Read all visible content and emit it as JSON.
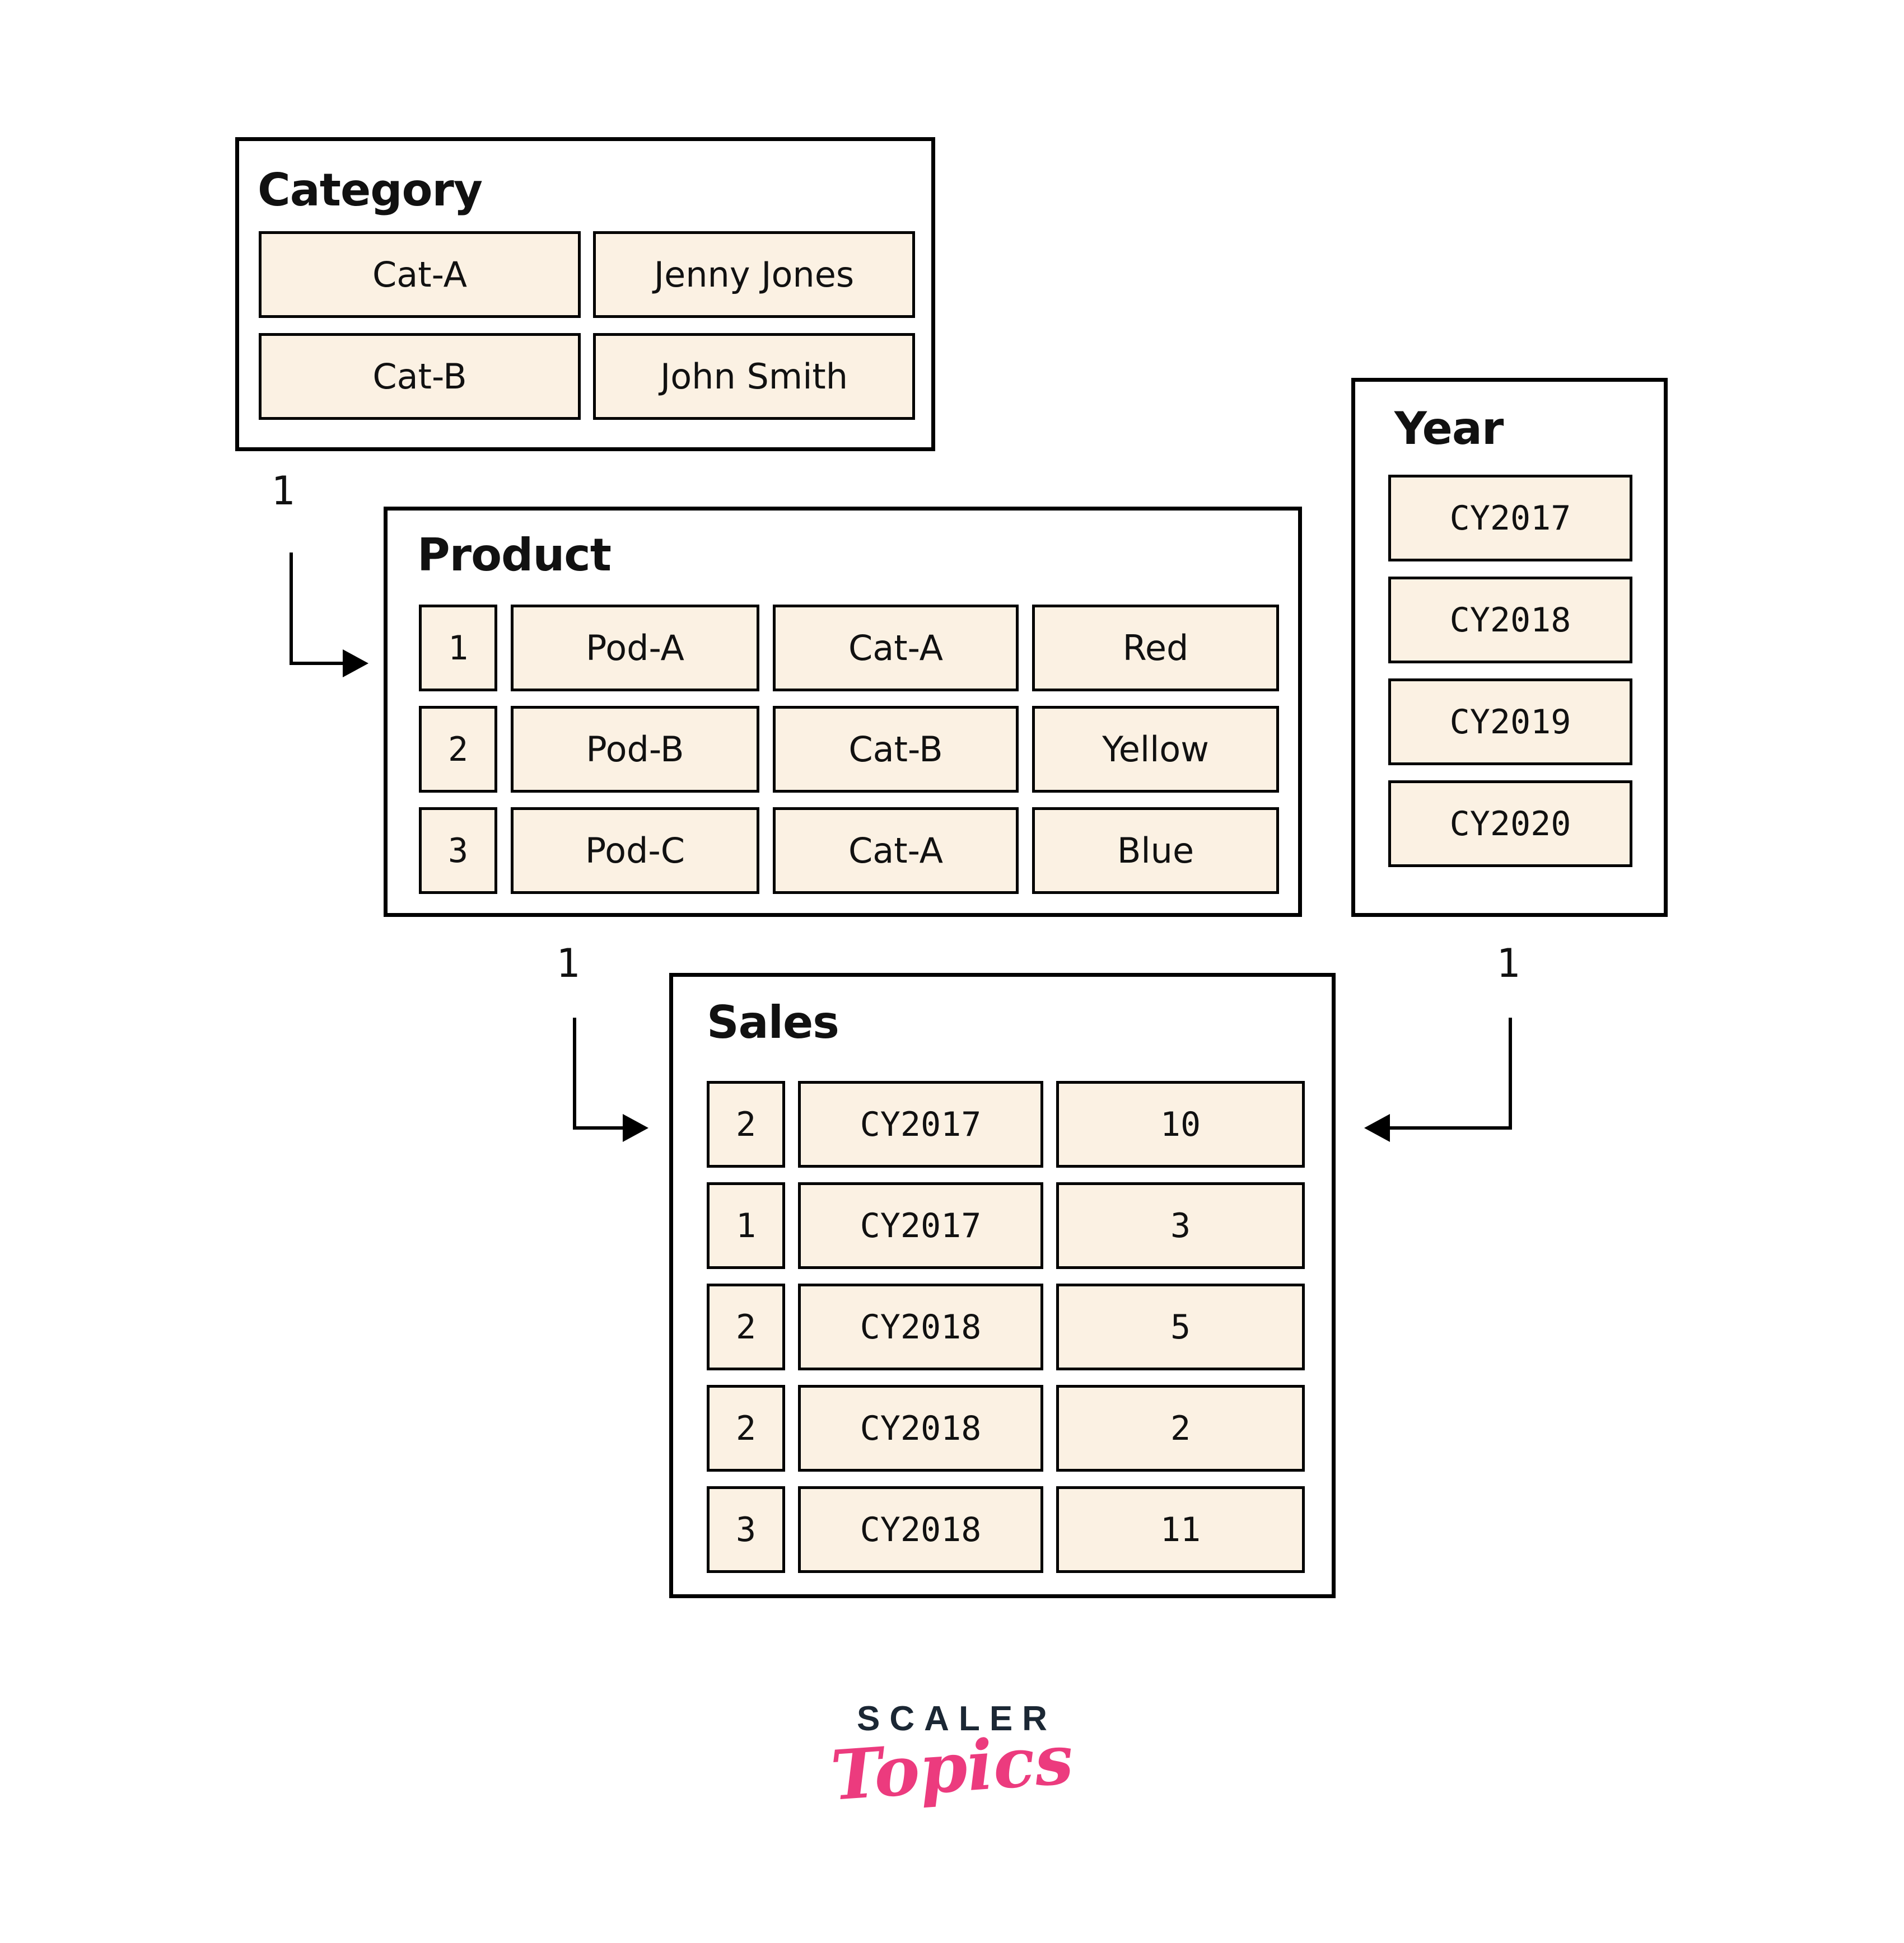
{
  "diagram": {
    "colors": {
      "cell_fill": "#FBF1E3",
      "border": "#000000",
      "text": "#111111"
    },
    "tables": {
      "category": {
        "title": "Category",
        "rows": [
          [
            "Cat-A",
            "Jenny Jones"
          ],
          [
            "Cat-B",
            "John Smith"
          ]
        ]
      },
      "product": {
        "title": "Product",
        "rows": [
          [
            "1",
            "Pod-A",
            "Cat-A",
            "Red"
          ],
          [
            "2",
            "Pod-B",
            "Cat-B",
            "Yellow"
          ],
          [
            "3",
            "Pod-C",
            "Cat-A",
            "Blue"
          ]
        ]
      },
      "year": {
        "title": "Year",
        "rows": [
          [
            "CY2017"
          ],
          [
            "CY2018"
          ],
          [
            "CY2019"
          ],
          [
            "CY2020"
          ]
        ]
      },
      "sales": {
        "title": "Sales",
        "rows": [
          [
            "2",
            "CY2017",
            "10"
          ],
          [
            "1",
            "CY2017",
            "3"
          ],
          [
            "2",
            "CY2018",
            "5"
          ],
          [
            "2",
            "CY2018",
            "2"
          ],
          [
            "3",
            "CY2018",
            "11"
          ]
        ]
      }
    },
    "relationships": [
      {
        "from": "Category",
        "to": "Product",
        "label": "1"
      },
      {
        "from": "Product",
        "to": "Sales",
        "label": "1"
      },
      {
        "from": "Year",
        "to": "Sales",
        "label": "1"
      }
    ]
  },
  "logo": {
    "brand": "SCALER",
    "sub": "Topics",
    "brand_color": "#1B2734",
    "sub_color": "#EC3B7E"
  }
}
